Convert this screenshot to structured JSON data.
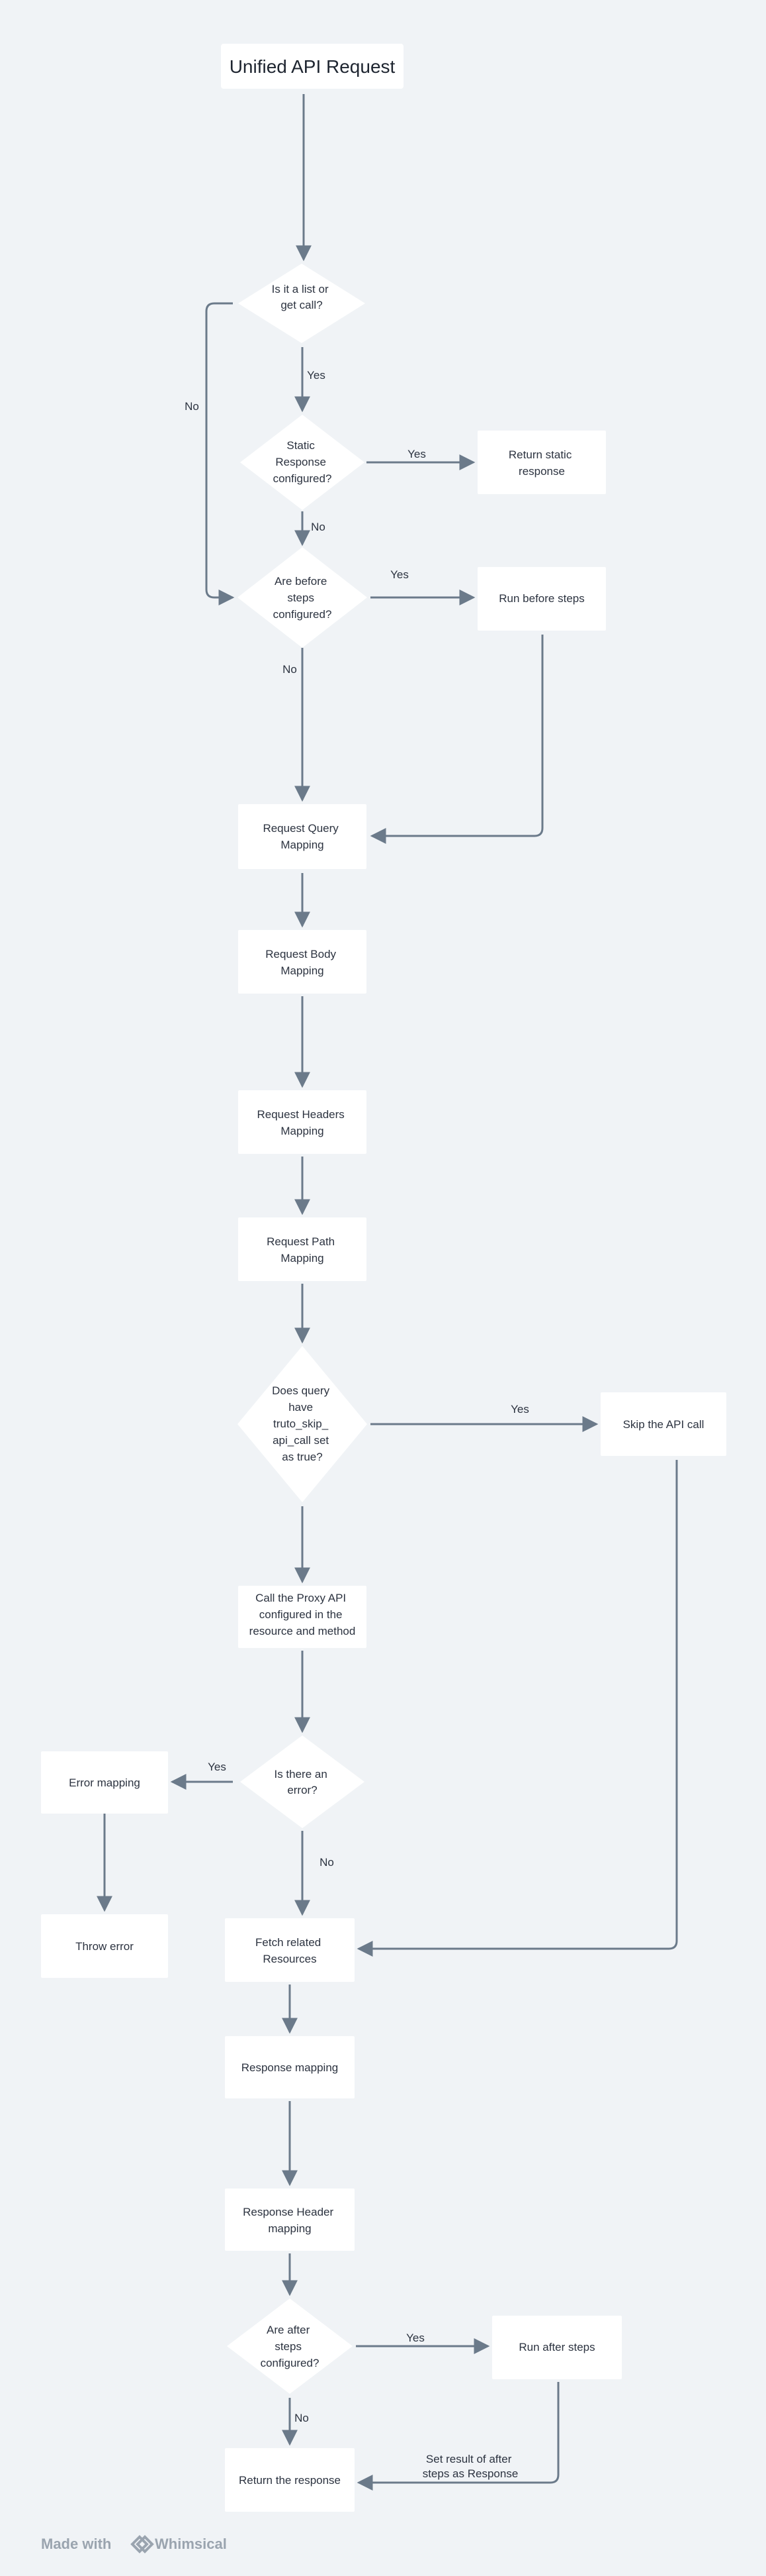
{
  "nodes": {
    "start": [
      "Unified API Request"
    ],
    "d_list_get": [
      "Is it a list or",
      "get call?"
    ],
    "d_static": [
      "Static",
      "Response",
      "configured?"
    ],
    "return_static": [
      "Return static",
      "response"
    ],
    "d_before": [
      "Are before",
      "steps",
      "configured?"
    ],
    "run_before": [
      "Run before steps"
    ],
    "req_query": [
      "Request Query",
      "Mapping"
    ],
    "req_body": [
      "Request Body",
      "Mapping"
    ],
    "req_headers": [
      "Request Headers",
      "Mapping"
    ],
    "req_path": [
      "Request Path",
      "Mapping"
    ],
    "d_skip": [
      "Does query",
      "have",
      "truto_skip_",
      "api_call set",
      "as true?"
    ],
    "skip_api": [
      "Skip the API call"
    ],
    "call_proxy": [
      "Call the Proxy API",
      "configured in the",
      "resource and method"
    ],
    "d_error": [
      "Is there an",
      "error?"
    ],
    "error_mapping": [
      "Error mapping"
    ],
    "throw_error": [
      "Throw error"
    ],
    "fetch_related": [
      "Fetch related",
      "Resources"
    ],
    "response_mapping": [
      "Response mapping"
    ],
    "response_header": [
      "Response Header",
      "mapping"
    ],
    "d_after": [
      "Are after",
      "steps",
      "configured?"
    ],
    "run_after": [
      "Run after steps"
    ],
    "return_response": [
      "Return the response"
    ]
  },
  "edges": {
    "no_list": "No",
    "yes_list": "Yes",
    "yes_static": "Yes",
    "no_static": "No",
    "yes_before": "Yes",
    "no_before": "No",
    "yes_skip": "Yes",
    "yes_error": "Yes",
    "no_error": "No",
    "yes_after": "Yes",
    "no_after": "No",
    "set_result": [
      "Set result of after",
      "steps as Response"
    ]
  },
  "footer": {
    "made_with": "Made with",
    "brand": "Whimsical"
  },
  "colors": {
    "background": "#f0f3f6",
    "node_fill": "#ffffff",
    "edge": "#6b7a8a",
    "text": "#2c3340",
    "footer": "#9aa4af"
  }
}
